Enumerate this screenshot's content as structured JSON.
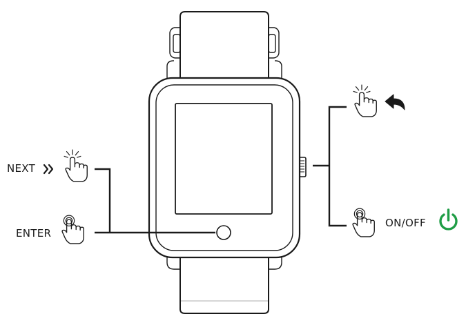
{
  "labels": {
    "next": "NEXT",
    "enter": "ENTER",
    "on_off": "ON/OFF"
  },
  "icons": {
    "next_arrow": "double-chevron-right-icon",
    "back_arrow": "back-arrow-icon",
    "power": "power-icon",
    "tap": "tap-hand-icon",
    "press": "press-hand-icon"
  },
  "colors": {
    "line": "#1a1a1a",
    "power_icon": "#1f9d46"
  }
}
